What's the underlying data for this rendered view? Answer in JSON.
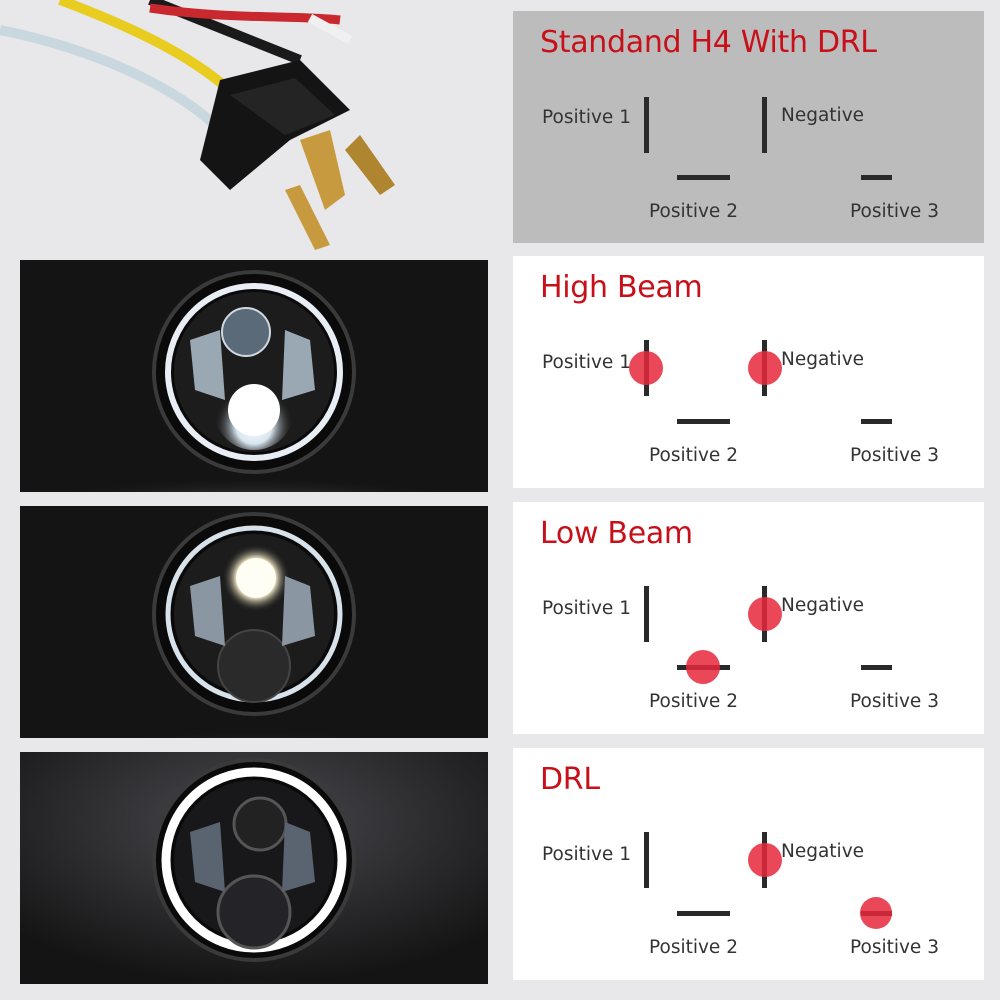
{
  "panels": [
    {
      "title": "Standand H4 With DRL",
      "labels": {
        "p1": "Positive 1",
        "neg": "Negative",
        "p2": "Positive 2",
        "p3": "Positive 3"
      },
      "active": {
        "p1": false,
        "neg": false,
        "p2": false,
        "p3": false
      }
    },
    {
      "title": "High Beam",
      "labels": {
        "p1": "Positive 1",
        "neg": "Negative",
        "p2": "Positive 2",
        "p3": "Positive 3"
      },
      "active": {
        "p1": true,
        "neg": true,
        "p2": false,
        "p3": false
      }
    },
    {
      "title": "Low Beam",
      "labels": {
        "p1": "Positive 1",
        "neg": "Negative",
        "p2": "Positive 2",
        "p3": "Positive 3"
      },
      "active": {
        "p1": false,
        "neg": true,
        "p2": true,
        "p3": false
      }
    },
    {
      "title": "DRL",
      "labels": {
        "p1": "Positive 1",
        "neg": "Negative",
        "p2": "Positive 2",
        "p3": "Positive 3"
      },
      "active": {
        "p1": false,
        "neg": true,
        "p2": false,
        "p3": true
      }
    }
  ],
  "colors": {
    "title": "#c8101a",
    "dot": "#e6283c",
    "pin": "#2a2a2a",
    "label": "#333333"
  }
}
